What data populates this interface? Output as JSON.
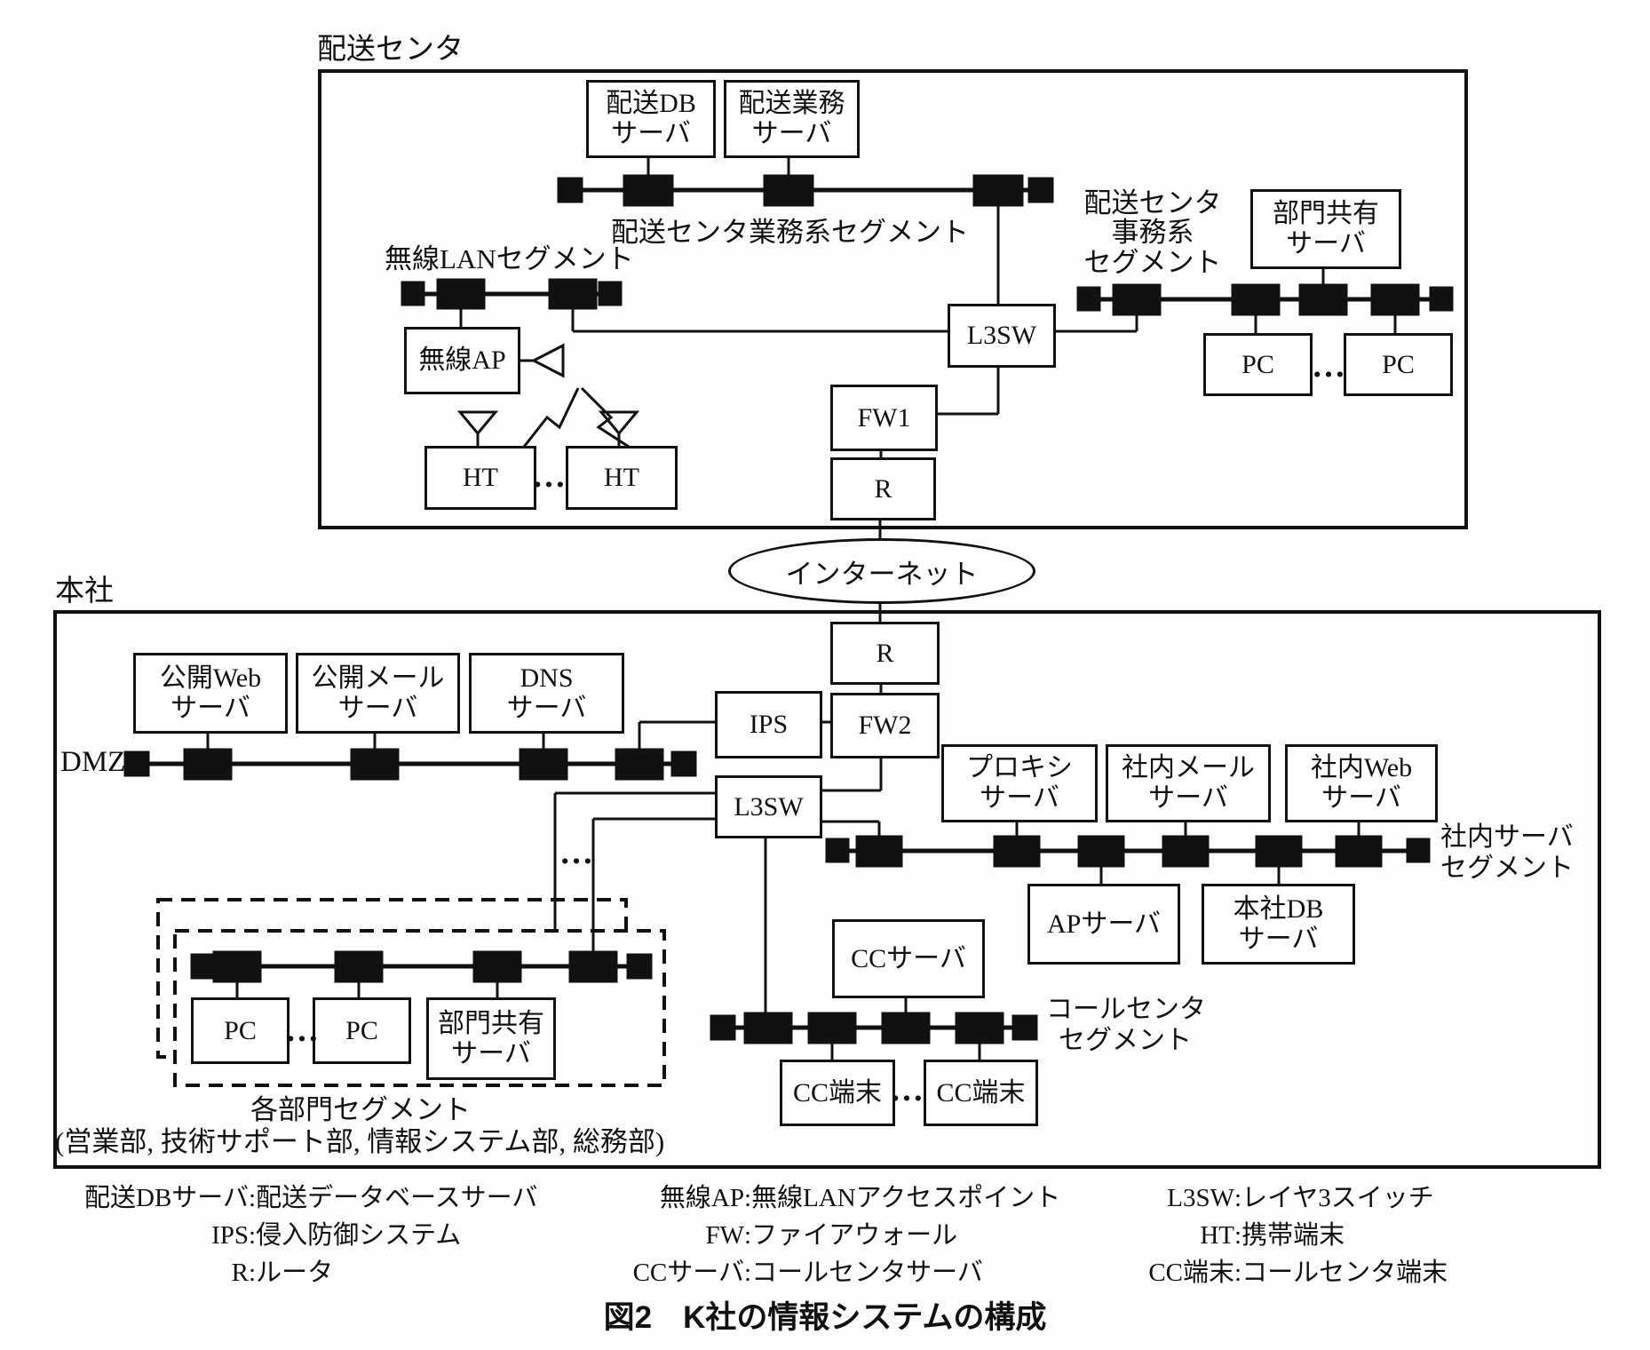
{
  "sites": {
    "distribution_center": "配送センタ",
    "headquarters": "本社"
  },
  "internet": "インターネット",
  "ellipsis": "…",
  "nodes": {
    "haiso_db": {
      "line1": "配送DB",
      "line2": "サーバ"
    },
    "haiso_gyomu": {
      "line1": "配送業務",
      "line2": "サーバ"
    },
    "musen_ap": "無線AP",
    "ht": "HT",
    "bumon_kyoyu": {
      "line1": "部門共有",
      "line2": "サーバ"
    },
    "pc": "PC",
    "l3sw": "L3SW",
    "fw1": "FW1",
    "router": "R",
    "fw2": "FW2",
    "ips": "IPS",
    "kokai_web": {
      "line1": "公開Web",
      "line2": "サーバ"
    },
    "kokai_mail": {
      "line1": "公開メール",
      "line2": "サーバ"
    },
    "dns": {
      "line1": "DNS",
      "line2": "サーバ"
    },
    "proxy": {
      "line1": "プロキシ",
      "line2": "サーバ"
    },
    "shanai_mail": {
      "line1": "社内メール",
      "line2": "サーバ"
    },
    "shanai_web": {
      "line1": "社内Web",
      "line2": "サーバ"
    },
    "ap_server": "APサーバ",
    "honsha_db": {
      "line1": "本社DB",
      "line2": "サーバ"
    },
    "cc_server": "CCサーバ",
    "cc_terminal": "CC端末"
  },
  "segments": {
    "dc_gyomu": "配送センタ業務系セグメント",
    "musen_lan": "無線LANセグメント",
    "dc_jimu": {
      "line1": "配送センタ",
      "line2": "事務系",
      "line3": "セグメント"
    },
    "dmz": "DMZ",
    "shanai_server": {
      "line1": "社内サーバ",
      "line2": "セグメント"
    },
    "call_center": {
      "line1": "コールセンタ",
      "line2": "セグメント"
    },
    "kakubumon": "各部門セグメント",
    "kakubumon_note": "(営業部, 技術サポート部, 情報システム部, 総務部)"
  },
  "legend": {
    "separator": ":",
    "col1": [
      {
        "term": "配送DBサーバ",
        "def": "配送データベースサーバ"
      },
      {
        "term": "IPS",
        "def": "侵入防御システム"
      },
      {
        "term": "R",
        "def": "ルータ"
      }
    ],
    "col2": [
      {
        "term": "無線AP",
        "def": "無線LANアクセスポイント"
      },
      {
        "term": "FW",
        "def": "ファイアウォール"
      },
      {
        "term": "CCサーバ",
        "def": "コールセンタサーバ"
      }
    ],
    "col3": [
      {
        "term": "L3SW",
        "def": "レイヤ3スイッチ"
      },
      {
        "term": "HT",
        "def": "携帯端末"
      },
      {
        "term": "CC端末",
        "def": "コールセンタ端末"
      }
    ]
  },
  "title": "図2　K社の情報システムの構成"
}
